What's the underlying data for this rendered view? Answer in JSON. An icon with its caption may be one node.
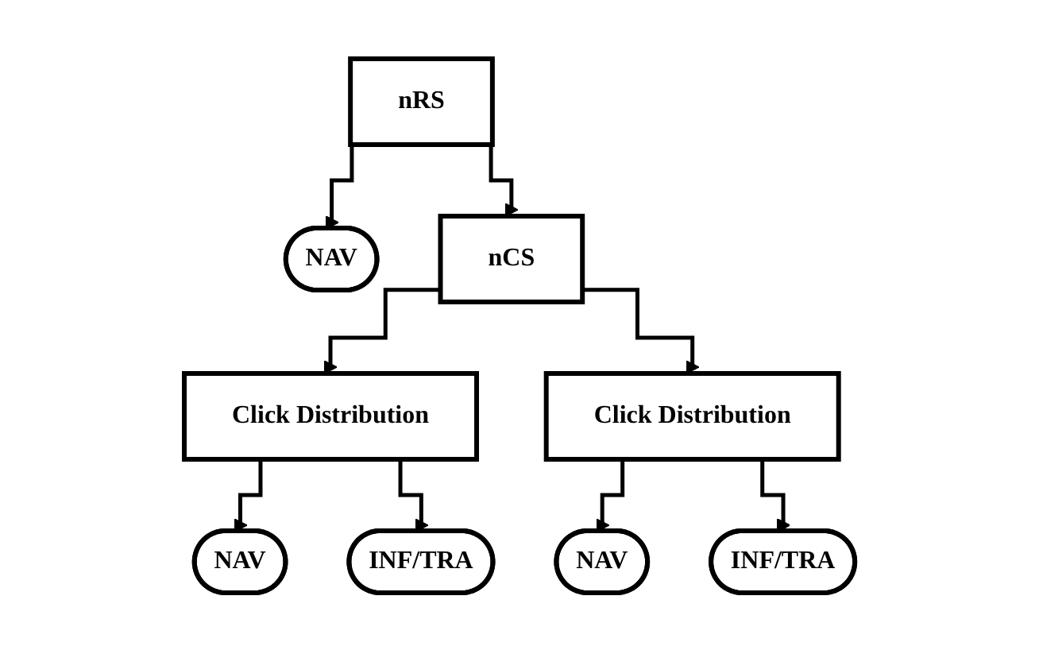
{
  "diagram": {
    "nodes": [
      {
        "text": [
          "nRS"
        ]
      },
      {
        "text": [
          "NAV"
        ]
      },
      {
        "text": [
          "nCS"
        ]
      },
      {
        "text": [
          "Click Distribution"
        ]
      },
      {
        "text": [
          "Click Distribution"
        ]
      },
      {
        "text": [
          "NAV"
        ]
      },
      {
        "text": [
          "INF/TRA"
        ]
      },
      {
        "text": [
          "NAV"
        ]
      },
      {
        "text": [
          "INF/TRA"
        ]
      }
    ],
    "edges": [
      {
        "from": 0,
        "to": 1,
        "arrow": "to"
      },
      {
        "from": 0,
        "to": 2,
        "arrow": "to"
      },
      {
        "from": 2,
        "to": 3,
        "arrow": "to"
      },
      {
        "from": 2,
        "to": 4,
        "arrow": "to"
      },
      {
        "from": 3,
        "to": 5,
        "arrow": "to"
      },
      {
        "from": 3,
        "to": 6,
        "arrow": "to"
      },
      {
        "from": 4,
        "to": 7,
        "arrow": "to"
      },
      {
        "from": 4,
        "to": 8,
        "arrow": "to"
      }
    ]
  }
}
